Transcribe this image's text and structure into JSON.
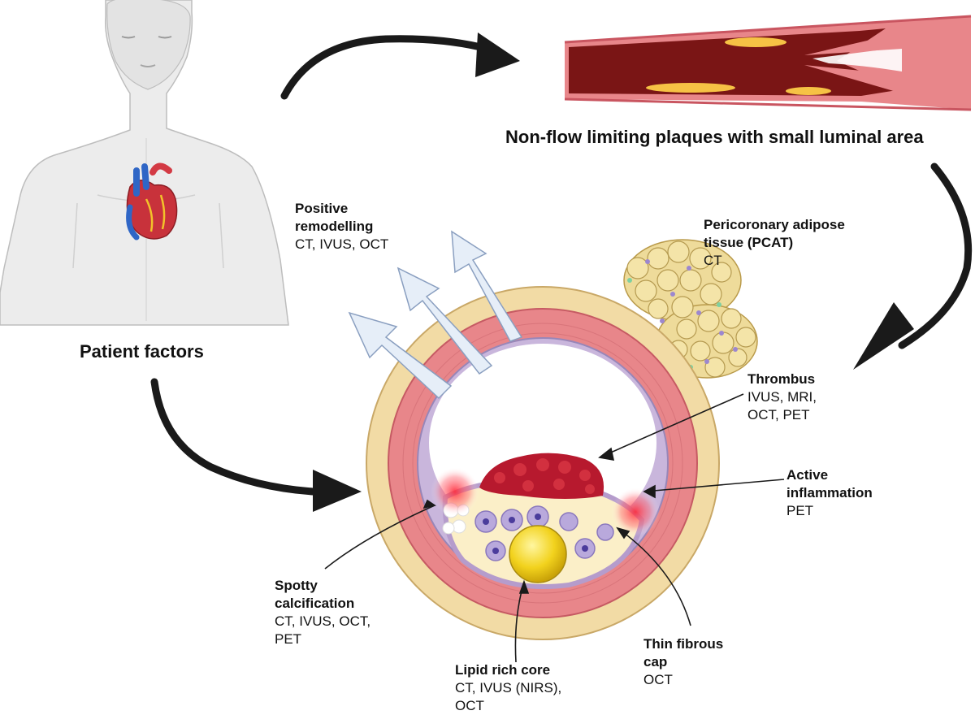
{
  "patient": {
    "title": "Patient factors"
  },
  "artery": {
    "title": "Non-flow limiting plaques with small luminal area"
  },
  "features": {
    "remodelling": {
      "title": "Positive\nremodelling",
      "modalities": "CT, IVUS, OCT"
    },
    "pcat": {
      "title": "Pericoronary adipose\ntissue (PCAT)",
      "modalities": "CT"
    },
    "thrombus": {
      "title": "Thrombus",
      "modalities": "IVUS, MRI,\nOCT, PET"
    },
    "inflammation": {
      "title": "Active\ninflammation",
      "modalities": "PET"
    },
    "calcification": {
      "title": "Spotty\ncalcification",
      "modalities": "CT, IVUS, OCT,\nPET"
    },
    "lipid": {
      "title": "Lipid rich core",
      "modalities": "CT, IVUS (NIRS),\nOCT"
    },
    "cap": {
      "title": "Thin fibrous\ncap",
      "modalities": "OCT"
    }
  },
  "colors": {
    "adventitia": "#f2dba5",
    "media": "#e8868a",
    "intima": "#c9b6dc",
    "lumen": "#ffffff",
    "thrombus": "#b7192e",
    "lipid": "#fbefc8",
    "arrow": "#1a1a1a",
    "remodel_arrow": "#e6eef8"
  }
}
